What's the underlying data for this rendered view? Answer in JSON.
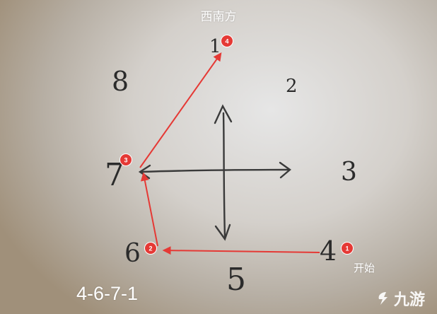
{
  "title": "西南方",
  "sequence": "4-6-7-1",
  "start_label": "开始",
  "watermark": "九游",
  "numbers": [
    {
      "id": "1",
      "text": "1"
    },
    {
      "id": "2",
      "text": "2"
    },
    {
      "id": "3",
      "text": "3"
    },
    {
      "id": "4",
      "text": "4"
    },
    {
      "id": "5",
      "text": "5"
    },
    {
      "id": "6",
      "text": "6"
    },
    {
      "id": "7",
      "text": "7"
    },
    {
      "id": "8",
      "text": "8"
    }
  ],
  "steps": [
    {
      "order": "1",
      "at": "4"
    },
    {
      "order": "2",
      "at": "6"
    },
    {
      "order": "3",
      "at": "7"
    },
    {
      "order": "4",
      "at": "1"
    }
  ],
  "colors": {
    "arrow": "#e53935",
    "badge": "#e53935",
    "ink": "#2b2b2b",
    "label": "#ffffff"
  }
}
